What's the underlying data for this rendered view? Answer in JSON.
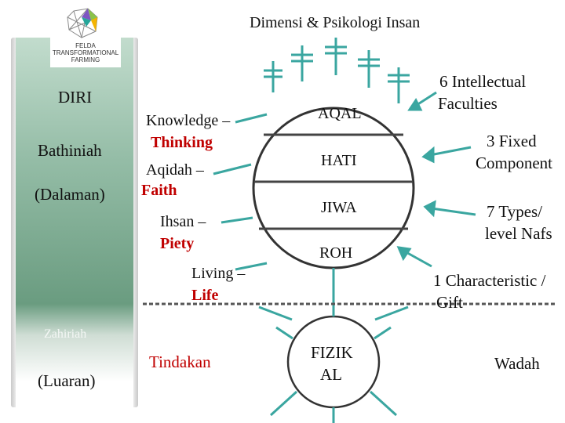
{
  "title": "Dimensi & Psikologi Insan",
  "logo": {
    "line1": "FELDA",
    "line2": "TRANSFORMATIONAL",
    "line3": "FARMING"
  },
  "sidebar": {
    "diri": "DIRI",
    "bathiniah": "Bathiniah",
    "dalaman": "(Dalaman)",
    "zahiriah": "Zahiriah",
    "luaran": "(Luaran)"
  },
  "left_items": [
    {
      "label": "Knowledge –",
      "value": "Thinking"
    },
    {
      "label": "Aqidah –",
      "value": "Faith"
    },
    {
      "label": "Ihsan –",
      "value": "Piety"
    },
    {
      "label": "Living –",
      "value": "Life"
    }
  ],
  "tindakan": "Tindakan",
  "circle_layers": [
    "AQAL",
    "HATI",
    "JIWA",
    "ROH"
  ],
  "body_label": {
    "line1": "FIZIK",
    "line2": "AL"
  },
  "right_items": [
    {
      "line1": "6 Intellectual",
      "line2": "Faculties"
    },
    {
      "line1": "3 Fixed",
      "line2": "Component"
    },
    {
      "line1": "7 Types/",
      "line2": "level  Nafs"
    },
    {
      "line1": "1 Characteristic /",
      "line2": "Gift"
    }
  ],
  "wadah": "Wadah",
  "colors": {
    "accent": "#3aa6a0",
    "highlight": "#c00000",
    "divider": "#555555"
  }
}
